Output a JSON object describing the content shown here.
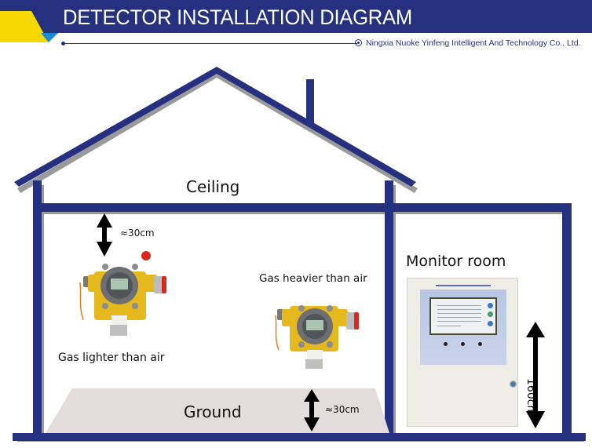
{
  "header": {
    "title": "DETECTOR INSTALLATION DIAGRAM",
    "company": "Ningxia Nuoke Yinfeng Intelligent And Technology Co., Ltd.",
    "colors": {
      "banner": "#25307f",
      "accent_yellow": "#f5d800",
      "accent_blue": "#1e88d0"
    }
  },
  "diagram": {
    "ceiling_label": "Ceiling",
    "ground_label": "Ground",
    "monitor_room_label": "Monitor room",
    "detectors": [
      {
        "label": "Gas lighter than air",
        "distance": "≈30cm",
        "reference": "ceiling"
      },
      {
        "label": "Gas heavier than air",
        "distance": "≈30cm",
        "reference": "ground"
      }
    ],
    "controller_height": "160cm",
    "colors": {
      "wall": "#25307f",
      "floor_fill": "#e2dcdc",
      "shadow": "#9a9a9a"
    }
  }
}
